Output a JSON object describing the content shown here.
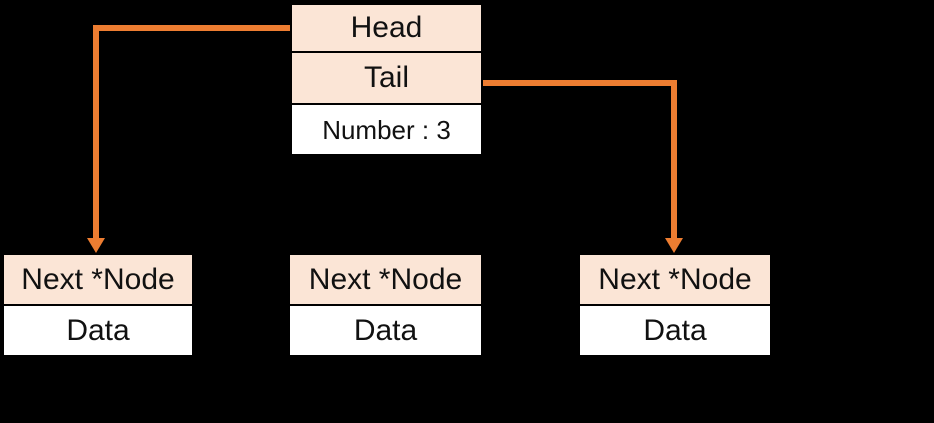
{
  "colors": {
    "background": "#000000",
    "arrow": "#ED7D31",
    "pointer_cell": "#FBE5D6",
    "value_cell": "#FFFFFF",
    "cell_border": "#000000",
    "text": "#111111"
  },
  "header_box": {
    "rows": [
      {
        "label": "Head"
      },
      {
        "label": "Tail"
      },
      {
        "label": "Number : 3"
      }
    ]
  },
  "nodes": [
    {
      "pointer": "Next *Node",
      "value": "Data"
    },
    {
      "pointer": "Next *Node",
      "value": "Data"
    },
    {
      "pointer": "Next *Node",
      "value": "Data"
    }
  ],
  "arrows": [
    {
      "name": "head-to-first-node",
      "from": "Head",
      "to": "first node"
    },
    {
      "name": "tail-to-last-node",
      "from": "Tail",
      "to": "last node"
    }
  ]
}
